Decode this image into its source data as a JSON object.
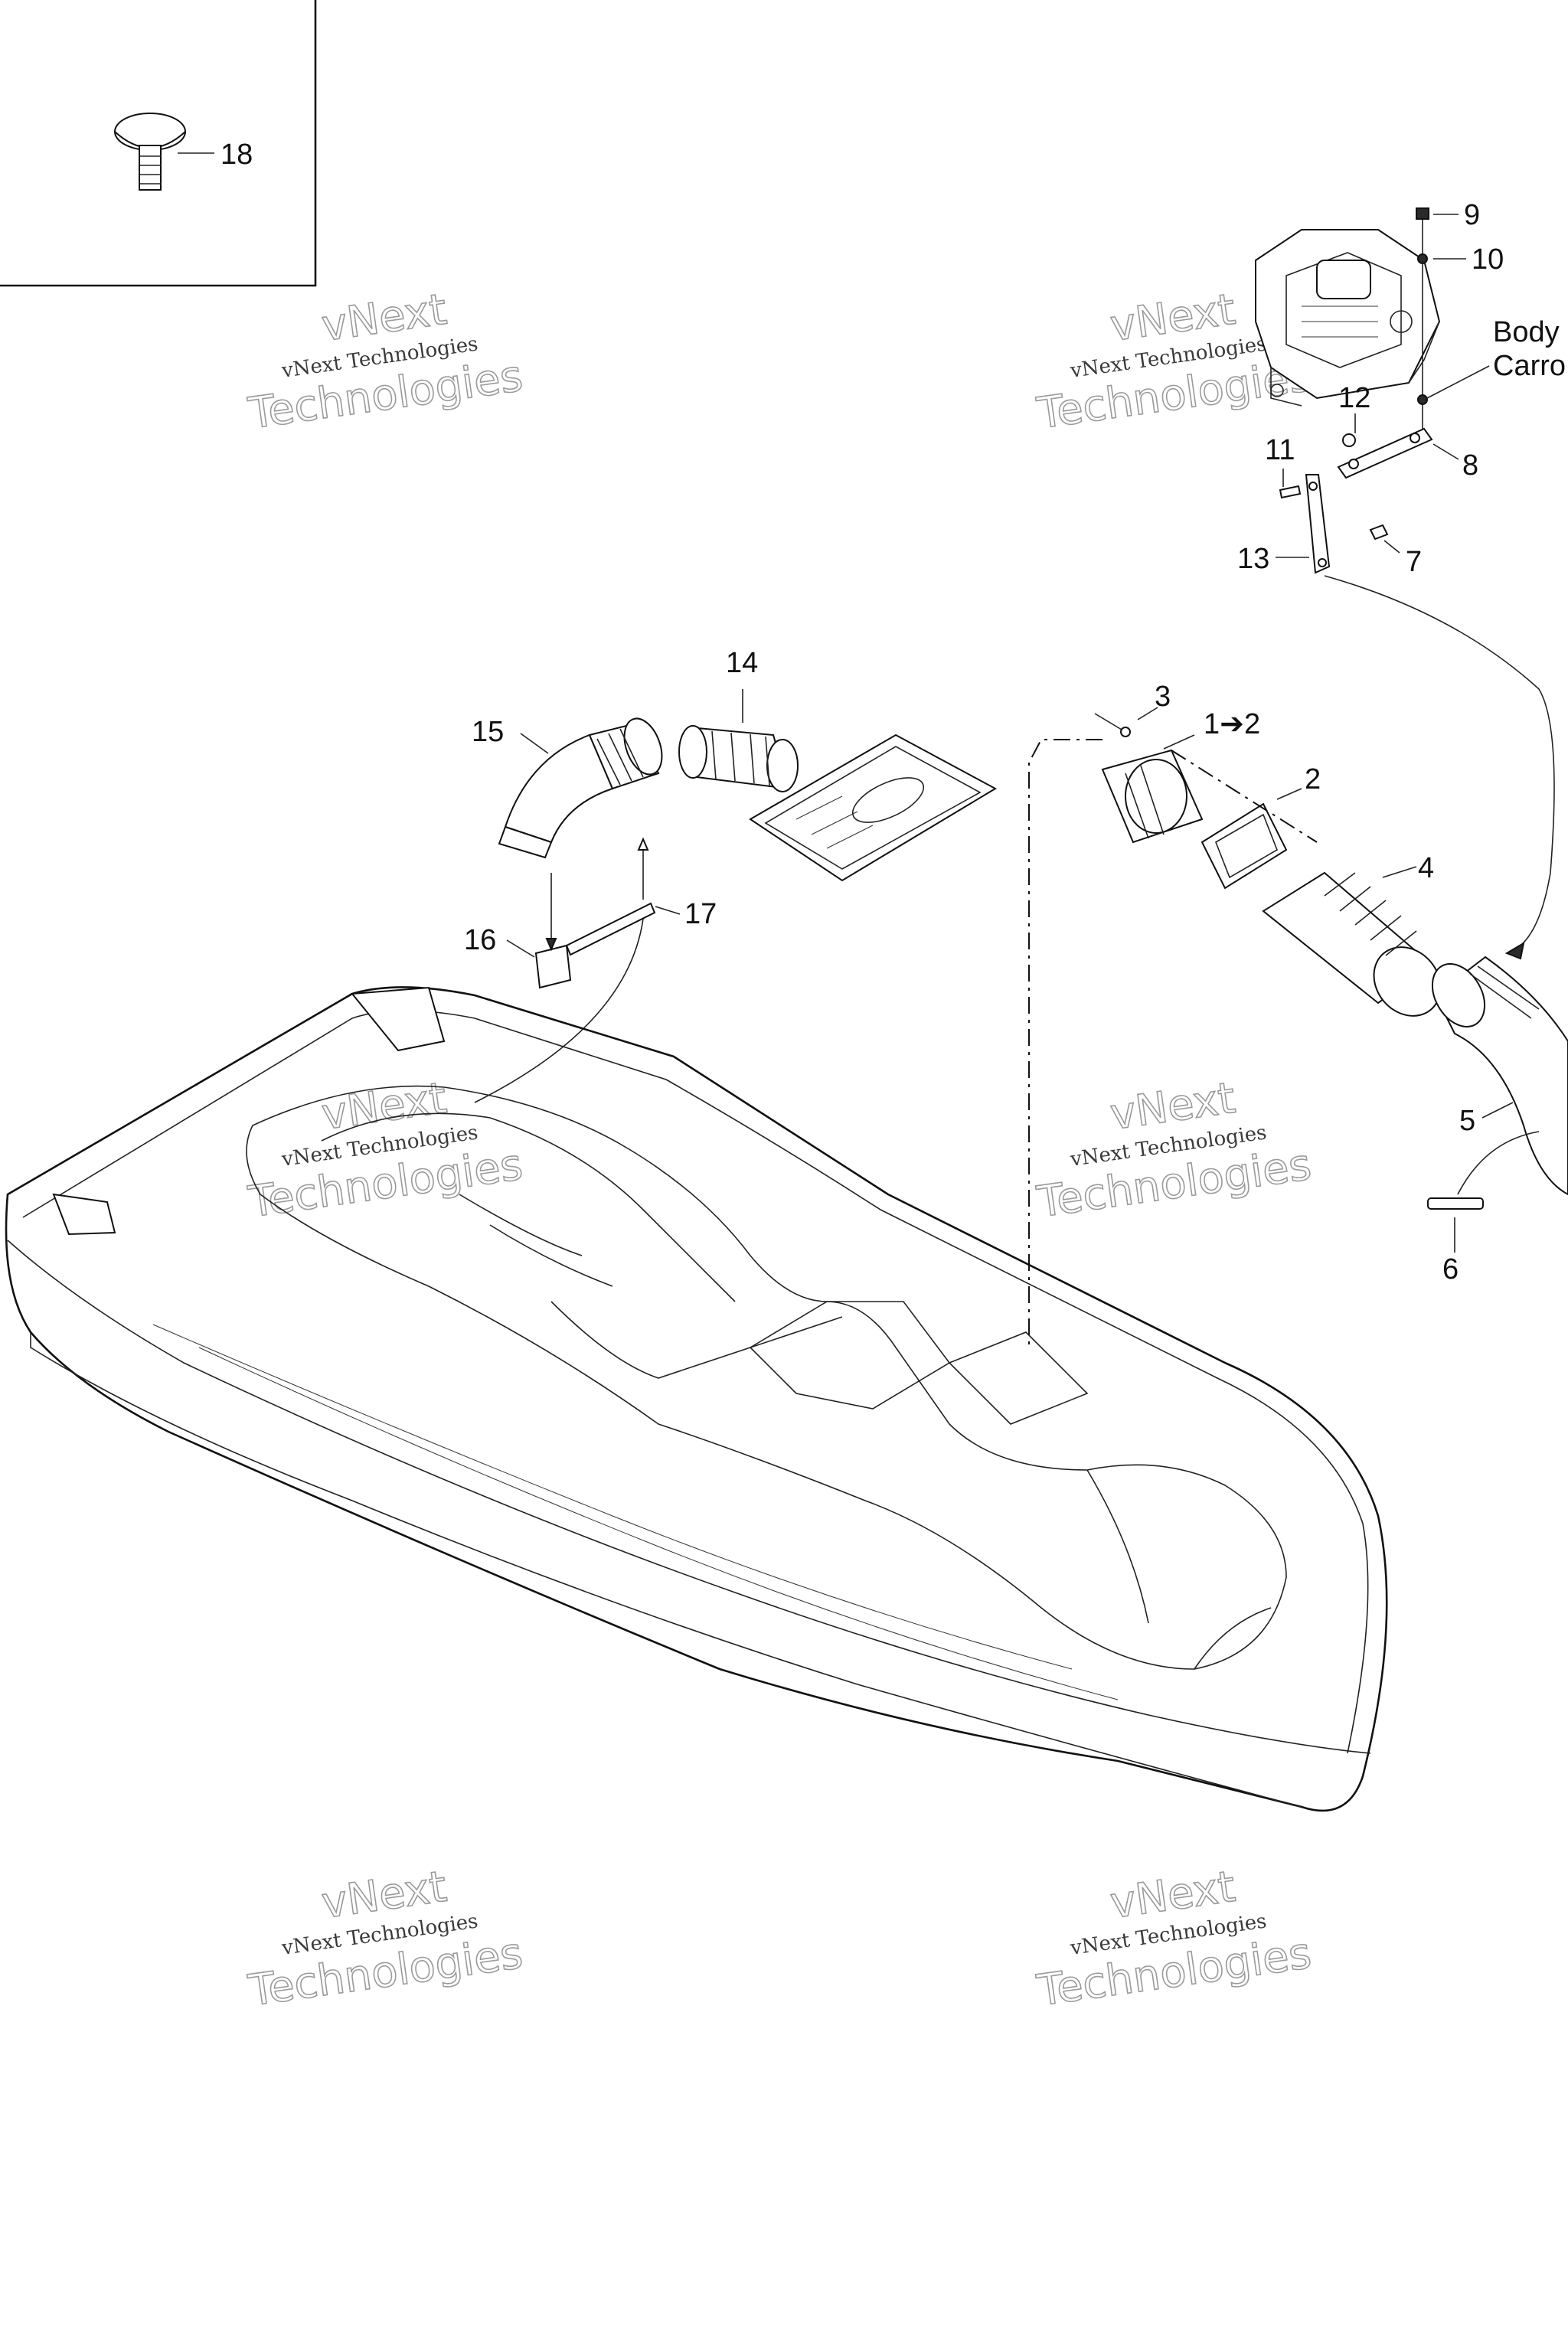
{
  "callouts": {
    "c18": "18",
    "c9": "9",
    "c10": "10",
    "c12": "12",
    "c11": "11",
    "c8": "8",
    "c13": "13",
    "c7": "7",
    "c14": "14",
    "c15": "15",
    "c3": "3",
    "c1to2": "1➔2",
    "c2": "2",
    "c4": "4",
    "c16": "16",
    "c17": "17",
    "c5": "5",
    "c6": "6"
  },
  "note": {
    "line1": "Body",
    "line2": "Carro"
  },
  "watermarks": {
    "small": "vNext Technologies",
    "big_top": "vNext",
    "big_bottom": "Technologies"
  }
}
